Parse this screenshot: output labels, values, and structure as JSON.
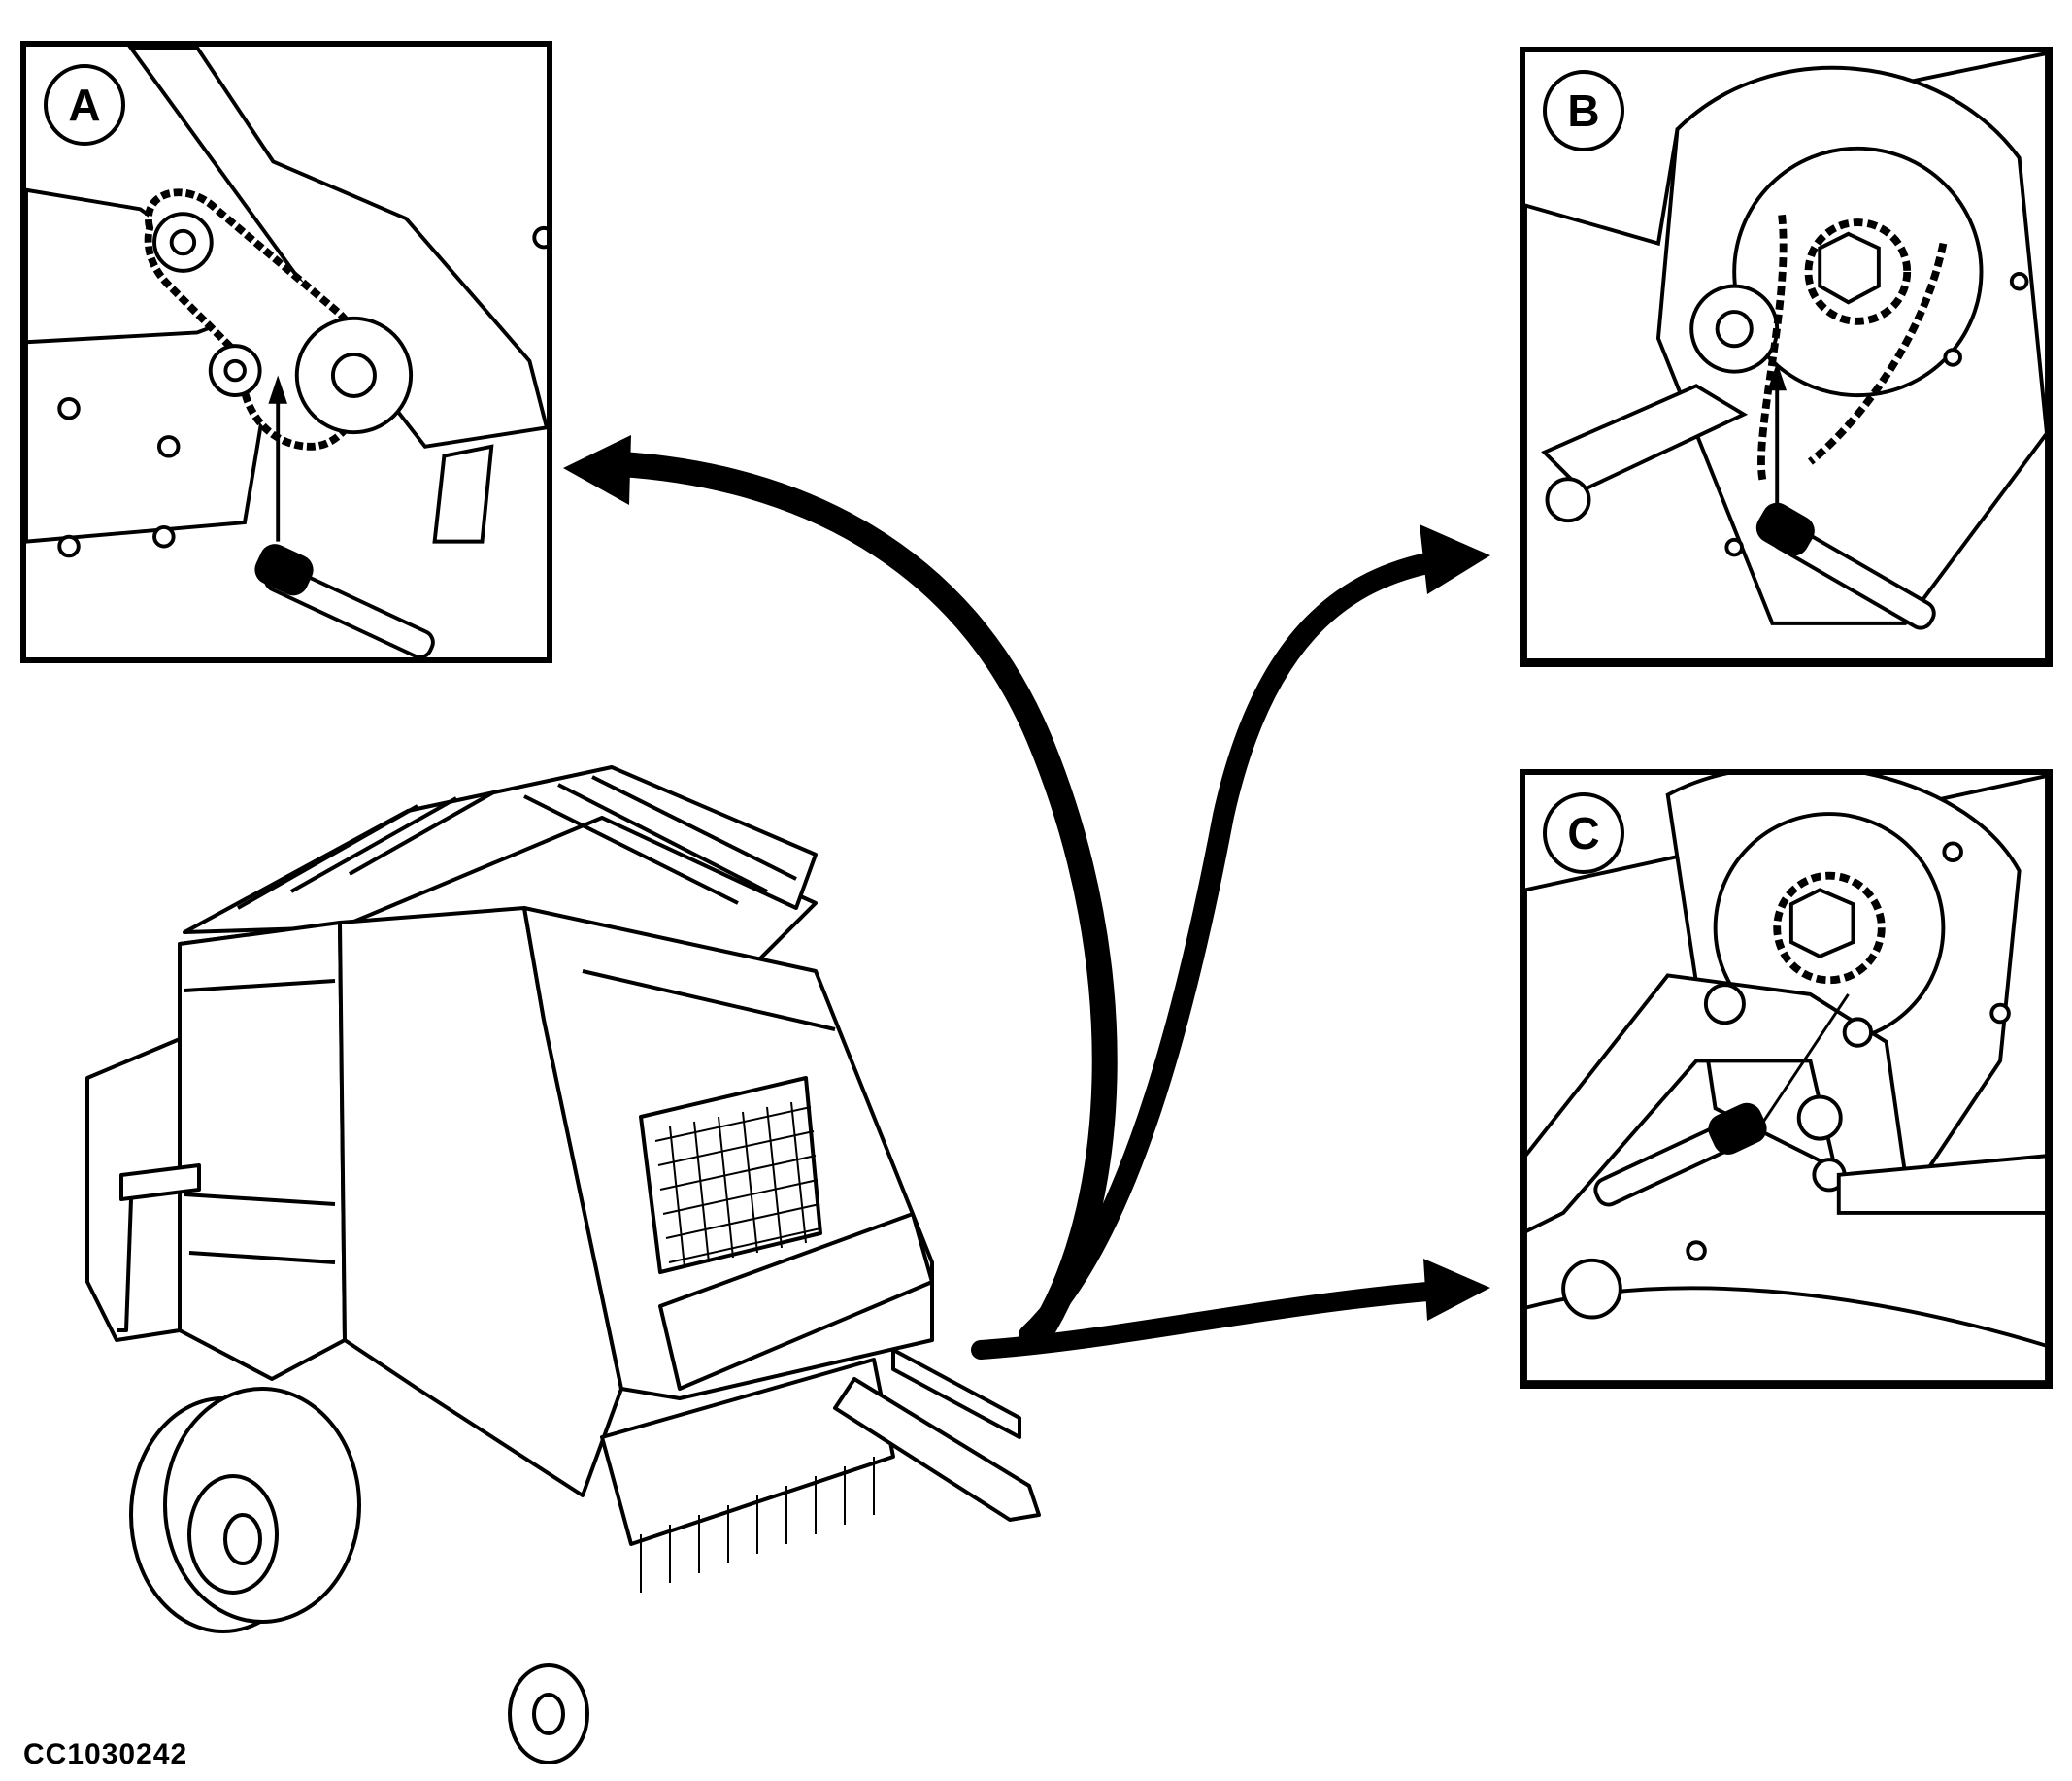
{
  "figure": {
    "id_label": "CC1030242"
  },
  "panels": [
    {
      "key": "A",
      "label": "A"
    },
    {
      "key": "B",
      "label": "B"
    },
    {
      "key": "C",
      "label": "C"
    }
  ],
  "colors": {
    "line": "#000000",
    "background": "#ffffff"
  },
  "icons": {
    "baler": "round-baler-illustration",
    "callout_arrow": "curved-callout-arrow",
    "lube_brush": "lubrication-brush"
  }
}
